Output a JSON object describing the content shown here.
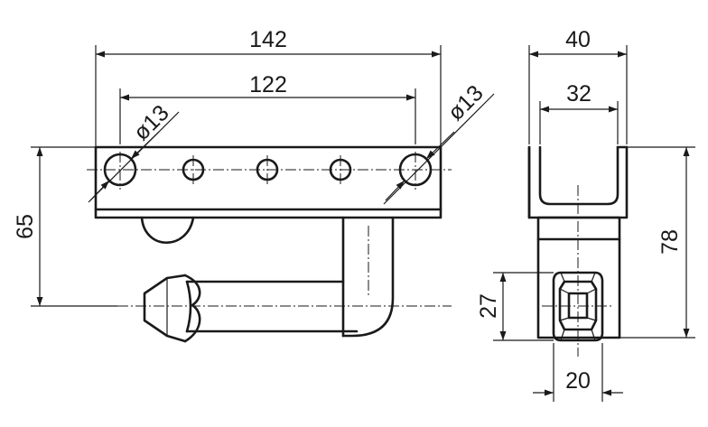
{
  "front_view": {
    "overall_width": "142",
    "hole_spacing": "122",
    "hole_left_diameter": "ø13",
    "hole_right_diameter": "ø13",
    "height": "65"
  },
  "side_view": {
    "outer_width": "40",
    "inner_width": "32",
    "height": "78",
    "pin_height": "27",
    "pin_width": "20"
  }
}
